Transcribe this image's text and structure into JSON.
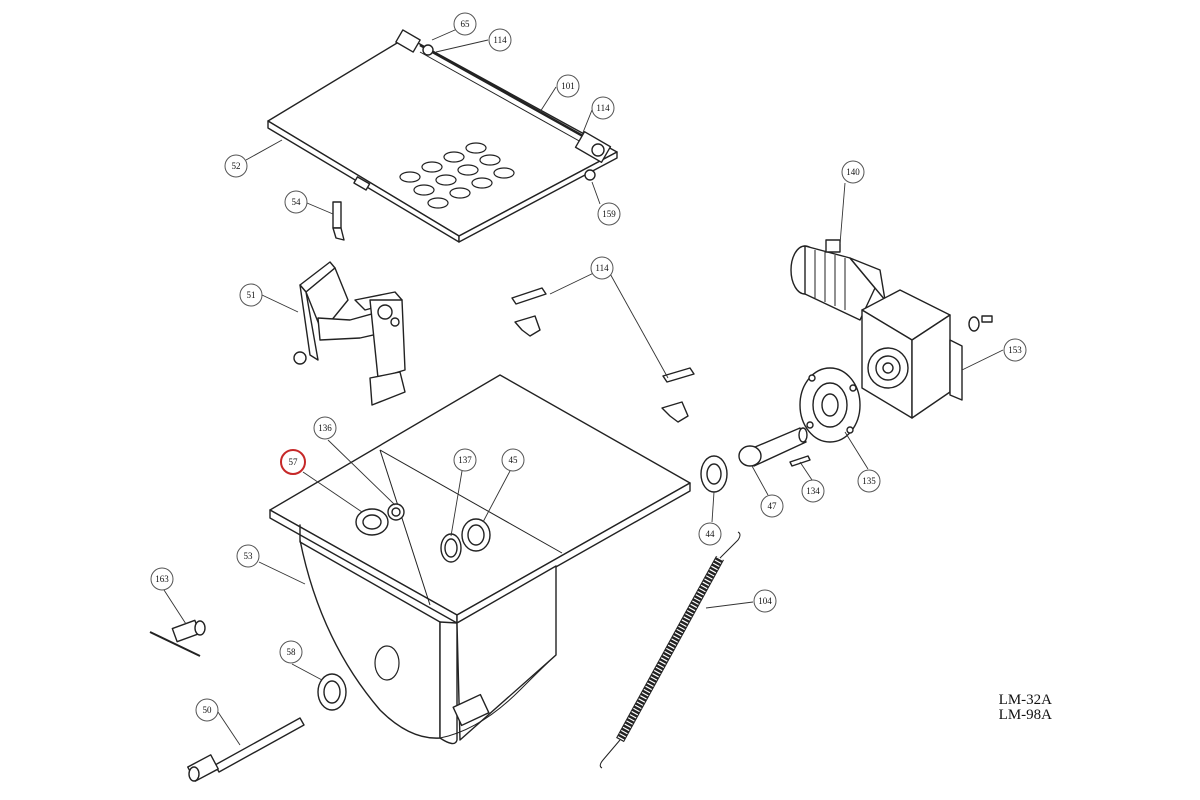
{
  "model_numbers": [
    "LM-32A",
    "LM-98A"
  ],
  "highlight_color": "#c62828",
  "callouts": [
    "65",
    "114",
    "101",
    "114",
    "52",
    "159",
    "54",
    "140",
    "114",
    "51",
    "153",
    "136",
    "57",
    "137",
    "45",
    "44",
    "47",
    "134",
    "135",
    "53",
    "163",
    "104",
    "58",
    "50"
  ]
}
